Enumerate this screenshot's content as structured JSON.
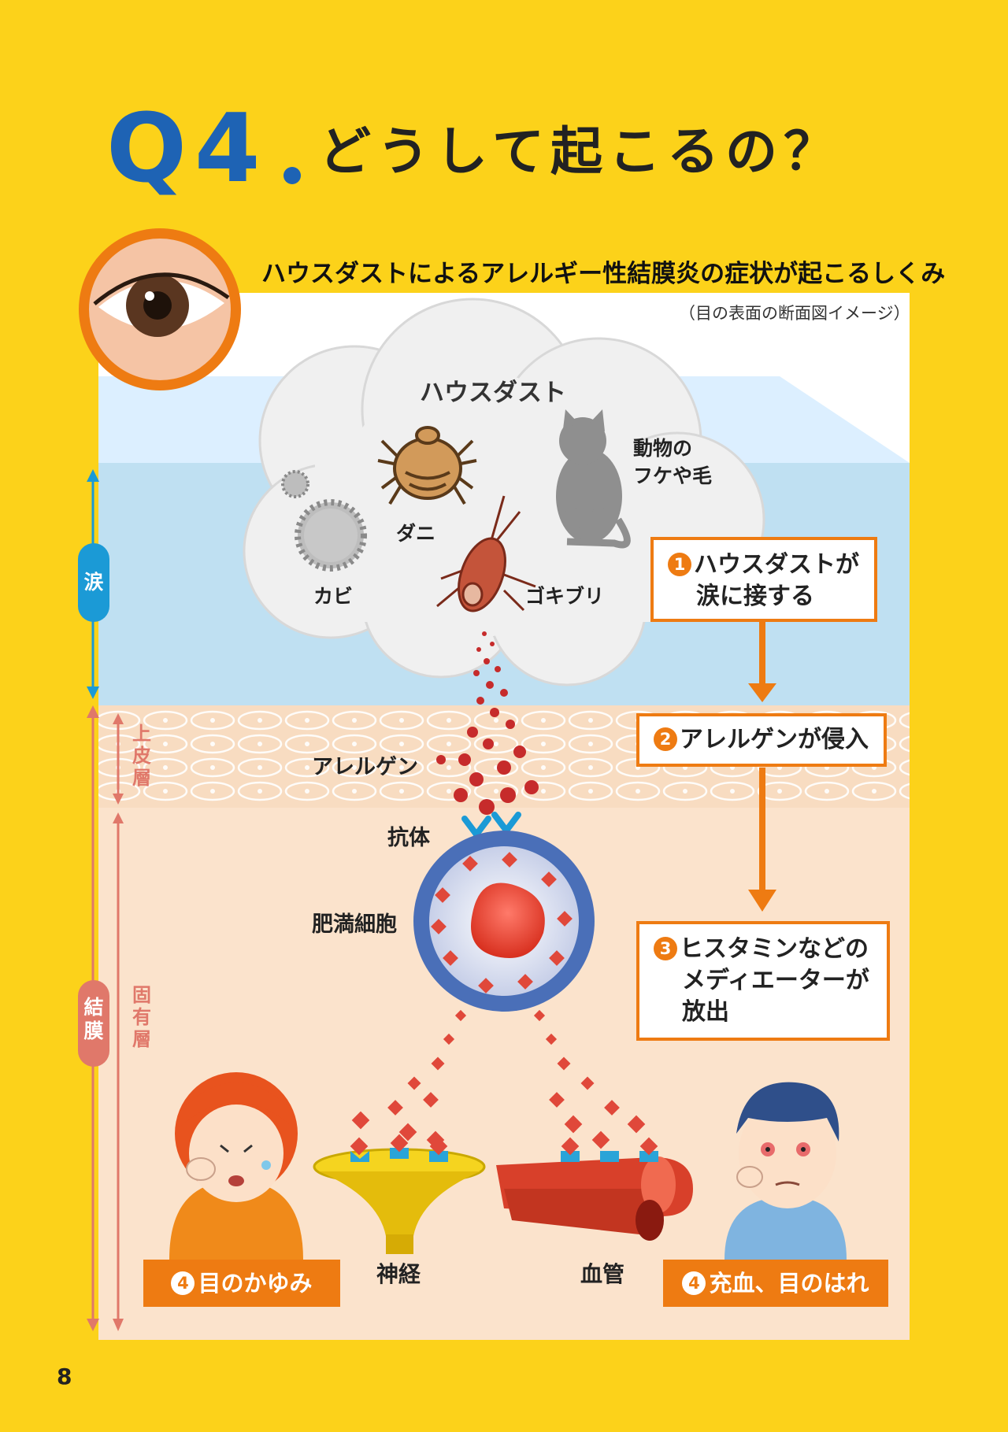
{
  "header": {
    "q_label": "Q4",
    "title": "どうして起こるの？"
  },
  "subtitle": "ハウスダストによるアレルギー性結膜炎の症状が起こるしくみ",
  "caption": "（目の表面の断面図イメージ）",
  "cloud": {
    "title": "ハウスダスト",
    "labels": {
      "mold": "カビ",
      "mite": "ダニ",
      "cockroach": "ゴキブリ",
      "animal_line1": "動物の",
      "animal_line2": "フケや毛"
    }
  },
  "layers": {
    "tear": "涙",
    "epithelium": [
      "上",
      "皮",
      "層"
    ],
    "conjunctiva": [
      "結",
      "膜"
    ],
    "lamina": [
      "固",
      "有",
      "層"
    ]
  },
  "labels": {
    "allergen": "アレルゲン",
    "antibody": "抗体",
    "mast_cell": "肥満細胞",
    "nerve": "神経",
    "blood_vessel": "血管"
  },
  "steps": [
    {
      "num": "1",
      "line1": "ハウスダストが",
      "line2": "涙に接する"
    },
    {
      "num": "2",
      "line1": "アレルゲンが侵入"
    },
    {
      "num": "3",
      "line1": "ヒスタミンなどの",
      "line2": "メディエーターが",
      "line3": "放出"
    }
  ],
  "results": [
    {
      "num": "4",
      "text": "目のかゆみ"
    },
    {
      "num": "4",
      "text": "充血、目のはれ"
    }
  ],
  "colors": {
    "background": "#fcd21a",
    "accent": "#ee7b12",
    "title_blue": "#1e63b4",
    "tear": "#bfe0f2",
    "tissue": "#fbe3cc"
  },
  "page_number": "8"
}
